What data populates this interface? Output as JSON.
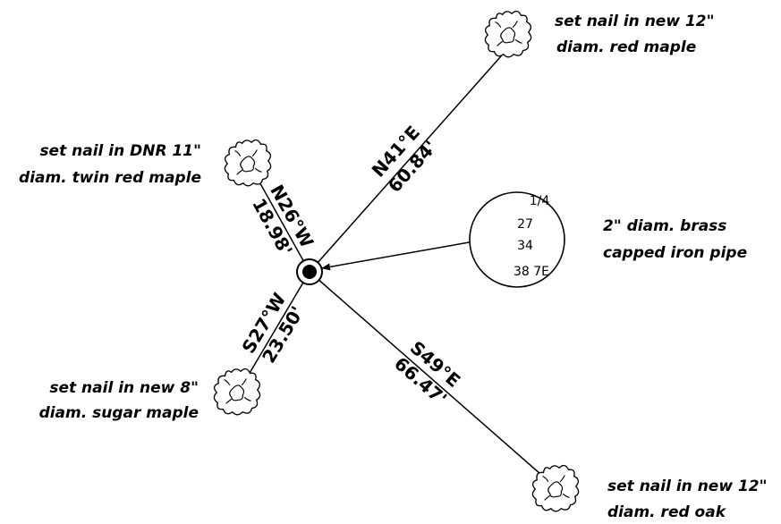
{
  "trees": {
    "ne": {
      "label_line1": "set nail in new 12\"",
      "label_line2": "diam. red maple",
      "icon": "tree-icon"
    },
    "nw": {
      "label_line1": "set nail in DNR 11\"",
      "label_line2": "diam. twin red maple",
      "icon": "tree-icon"
    },
    "sw": {
      "label_line1": "set nail in new 8\"",
      "label_line2": "diam. sugar maple",
      "icon": "tree-icon"
    },
    "se": {
      "label_line1": "set nail in new 12\"",
      "label_line2": "diam. red oak",
      "icon": "tree-icon"
    }
  },
  "bearings": {
    "ne": {
      "bearing": "N41°E",
      "distance": "60.84'"
    },
    "nw": {
      "bearing": "N26°W",
      "distance": "18.98'"
    },
    "sw": {
      "bearing": "S27°W",
      "distance": "23.50'"
    },
    "se": {
      "bearing": "S49°E",
      "distance": "66.47'"
    }
  },
  "monument": {
    "icon": "monument-icon",
    "disc_lines": [
      "1/4",
      "27",
      "34",
      "38 7E"
    ],
    "label_line1": "2\" diam. brass",
    "label_line2": "capped iron pipe"
  }
}
